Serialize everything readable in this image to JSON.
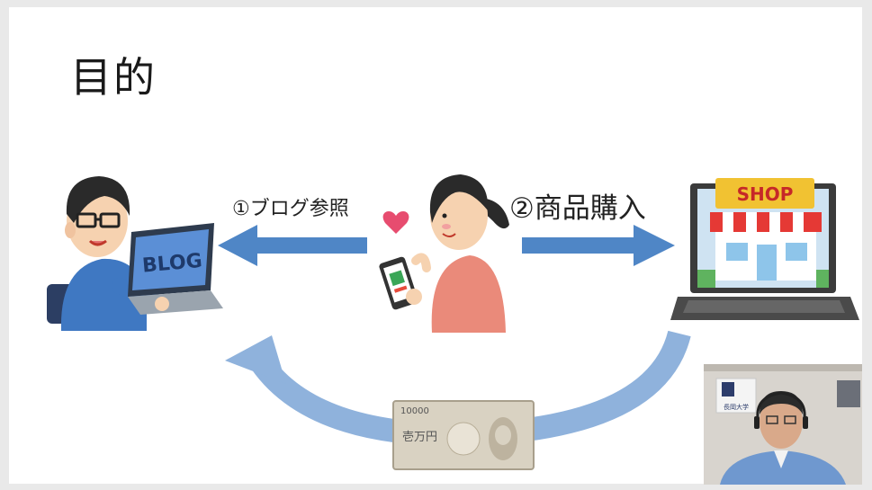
{
  "slide": {
    "title": "目的",
    "step1_label": "①ブログ参照",
    "step2_label": "②商品購入",
    "laptop_screen_text": "BLOG",
    "shop_sign": "SHOP",
    "banknote": {
      "denomination": "10000",
      "label": "壱万円"
    }
  },
  "video_overlay": {
    "poster_text": "長岡大学"
  },
  "colors": {
    "arrow": "#4f86c6",
    "shop_sign": "#f1c232",
    "shop_awning": "#e53935",
    "accent_heart": "#e74c6f"
  }
}
